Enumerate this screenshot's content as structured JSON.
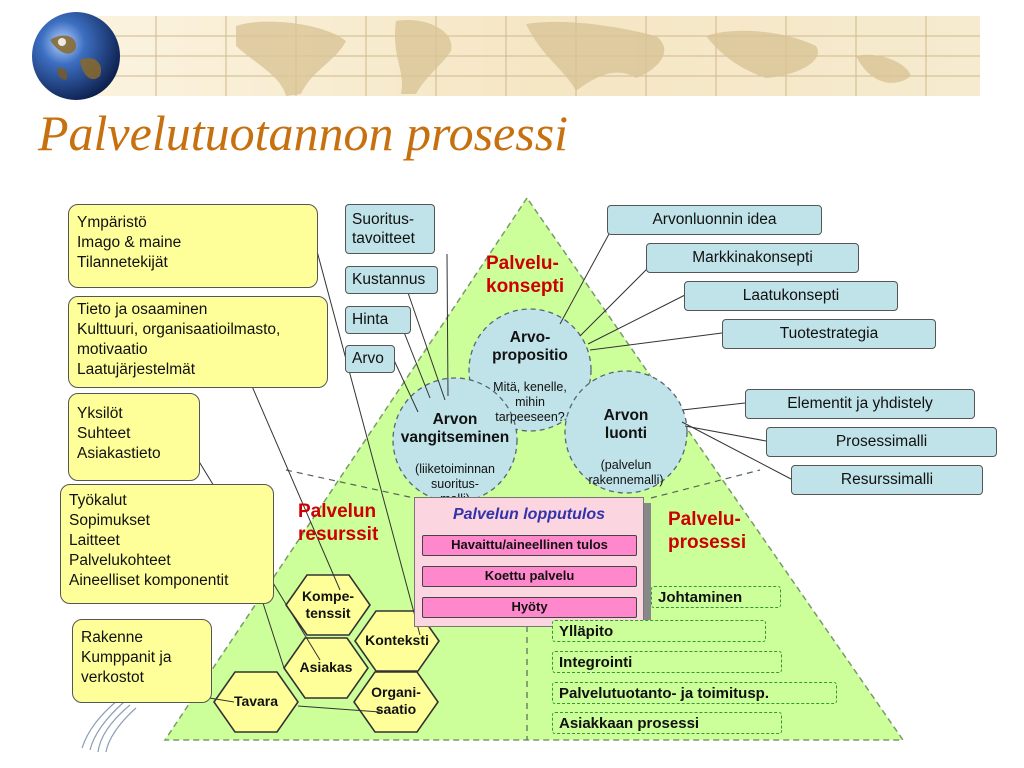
{
  "title": "Palvelutuotannon prosessi",
  "colors": {
    "title": "#c6700f",
    "triangle": "#ccff99",
    "yellow_box": "#ffff99",
    "blue_box": "#bfe3e8",
    "circle": "#bfe3e8",
    "core_bg": "#fbd5e0",
    "core_item": "#ff88cc",
    "heading_red": "#cc0000",
    "core_title": "#3333aa"
  },
  "left_boxes": [
    "Ympäristö\nImago & maine\nTilannetekijät",
    "Tieto ja osaaminen\nKulttuuri, organisaatioilmasto,\nmotivaatio\nLaatujärjestelmät",
    "Yksilöt\nSuhteet\nAsiakastieto",
    "Työkalut\nSopimukset\nLaitteet\nPalvelukohteet\nAineelliset komponentit",
    "Rakenne\nKumppanit ja\nverkostot"
  ],
  "capture_boxes": [
    "Suoritus-\ntavoitteet",
    "Kustannus",
    "Hinta",
    "Arvo"
  ],
  "concept_boxes": [
    "Arvonluonnin idea",
    "Markkinakonsepti",
    "Laatukonsepti",
    "Tuotestrategia"
  ],
  "creation_boxes": [
    "Elementit ja yhdistely",
    "Prosessimalli",
    "Resurssimalli"
  ],
  "headings": {
    "concept": "Palvelu-\nkonsepti",
    "resources": "Palvelun\nresurssit",
    "process": "Palvelu-\nprosessi"
  },
  "circles": {
    "proposition_title": "Arvo-\npropositio",
    "proposition_sub": "Mitä, kenelle,\nmihin\ntarpeeseen?",
    "capture_title": "Arvon\nvangitseminen",
    "capture_sub": "(liiketoiminnan\nsuoritus-\nmalli)",
    "creation_title": "Arvon\nluonti",
    "creation_sub": "(palvelun\nrakennemalli)"
  },
  "core": {
    "title": "Palvelun lopputulos",
    "items": [
      "Havaittu/aineellinen tulos",
      "Koettu palvelu",
      "Hyöty"
    ]
  },
  "hexagons": [
    "Kompe-\ntenssit",
    "Konteksti",
    "Asiakas",
    "Tavara",
    "Organi-\nsaatio"
  ],
  "process_items": [
    "Johtaminen",
    "Ylläpito",
    "Integrointi",
    "Palvelutuotanto- ja toimitusp.",
    "Asiakkaan prosessi"
  ]
}
